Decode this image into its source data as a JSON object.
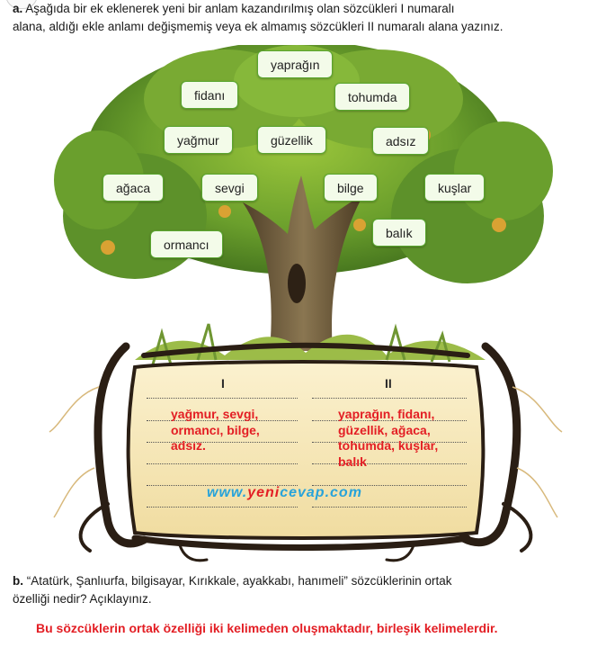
{
  "question_a": {
    "label": "a.",
    "text_line1": "Aşağıda bir ek eklenerek yeni bir anlam kazandırılmış olan sözcükleri I numaralı",
    "text_line2": "alana, aldığı ekle anlamı değişmemiş veya ek almamış sözcükleri II numaralı alana yazınız."
  },
  "tree_words": [
    "yaprağın",
    "fidanı",
    "tohumda",
    "yağmur",
    "güzellik",
    "adsız",
    "ağaca",
    "sevgi",
    "bilge",
    "kuşlar",
    "ormancı",
    "balık"
  ],
  "table": {
    "col1_header": "I",
    "col2_header": "II",
    "col1_answer": [
      "yağmur, sevgi,",
      "ormancı, bilge,",
      "adsız."
    ],
    "col2_answer": [
      "yaprağın, fidanı,",
      "güzellik, ağaca,",
      "tohumda, kuşlar,",
      "balık"
    ]
  },
  "watermark": {
    "prefix": "www.",
    "brand1": "yeni",
    "brand2": "cevap",
    "suffix": ".com"
  },
  "question_b": {
    "label": "b.",
    "text_line1": "“Atatürk, Şanlıurfa, bilgisayar, Kırıkkale, ayakkabı, hanımeli” sözcüklerinin ortak",
    "text_line2": "özelliği nedir? Açıklayınız.",
    "answer": "Bu sözcüklerin ortak özelliği iki kelimeden oluşmaktadır, birleşik kelimelerdir."
  },
  "colors": {
    "answer_red": "#e31e24",
    "tag_border": "#5aa630",
    "leaf_green": "#5f9a2a",
    "trunk": "#6e5a3a"
  }
}
